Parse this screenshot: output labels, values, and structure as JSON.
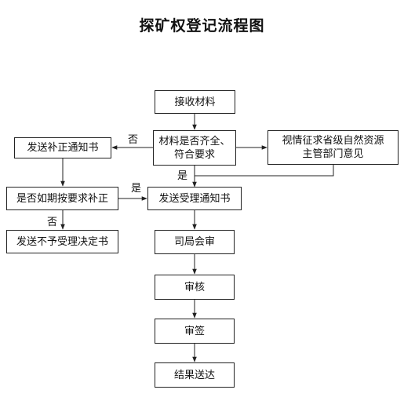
{
  "title": "探矿权登记流程图",
  "nodes": {
    "receive": "接收材料",
    "check_line1": "材料是否齐全、",
    "check_line2": "符合要求",
    "provincial_line1": "视情征求省级自然资源",
    "provincial_line2": "主管部门意见",
    "supplement_notice": "发送补正通知书",
    "on_time": "是否如期按要求补正",
    "accept_notice": "发送受理通知书",
    "reject_notice": "发送不予受理决定书",
    "bureau_review": "司局会审",
    "audit": "审核",
    "sign": "审签",
    "deliver": "结果送达"
  },
  "labels": {
    "no_check": "否",
    "yes_check": "是",
    "yes_on_time": "是",
    "no_on_time": "否"
  }
}
